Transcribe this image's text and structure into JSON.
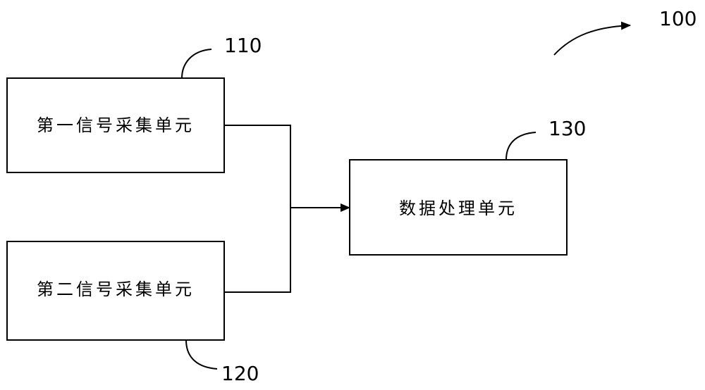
{
  "figure": {
    "figure_number": "100",
    "units": [
      {
        "id": "unit-110",
        "label": "第一信号采集单元",
        "ref": "110"
      },
      {
        "id": "unit-120",
        "label": "第二信号采集单元",
        "ref": "120"
      },
      {
        "id": "unit-130",
        "label": "数据处理单元",
        "ref": "130"
      }
    ]
  }
}
